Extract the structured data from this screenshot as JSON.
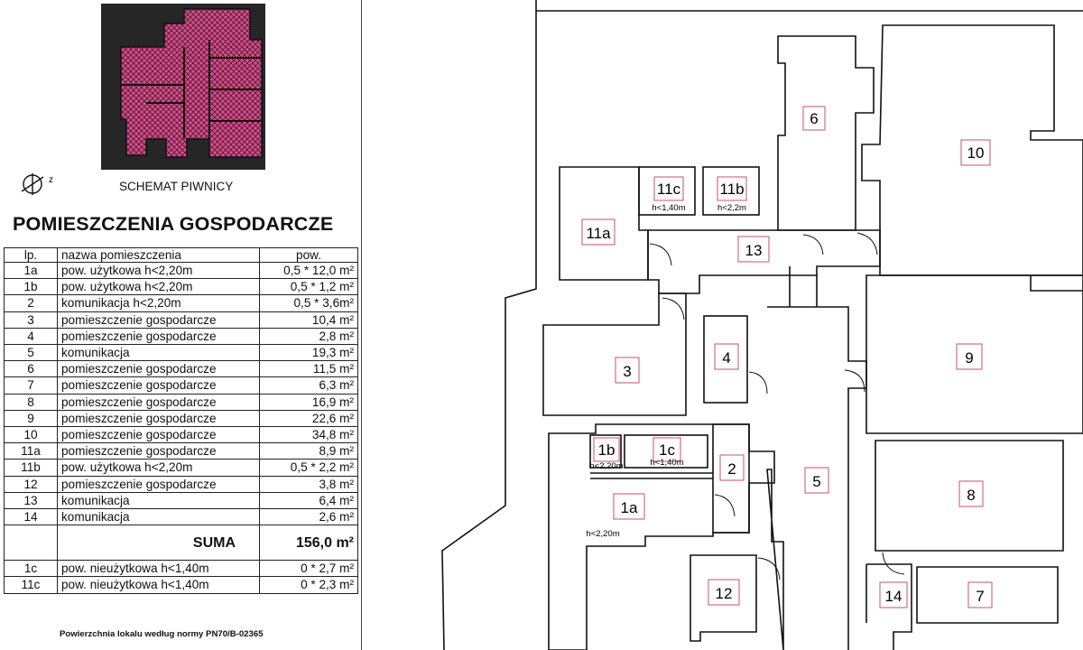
{
  "scheme": {
    "caption": "SCHEMAT PIWNICY",
    "fill_color": "#d24c8a",
    "background_color": "#262626",
    "compass_label": "z"
  },
  "panel": {
    "title": "POMIESZCZENIA GOSPODARCZE",
    "headers": {
      "no": "lp.",
      "name": "nazwa pomieszczenia",
      "area": "pow."
    },
    "rows": [
      {
        "no": "1a",
        "name": "pow. użytkowa h<2,20m",
        "area": "0,5 * 12,0 m²"
      },
      {
        "no": "1b",
        "name": "pow. użytkowa h<2,20m",
        "area": "0,5 * 1,2 m²"
      },
      {
        "no": "2",
        "name": "komunikacja h<2,20m",
        "area": "0,5 * 3,6m²"
      },
      {
        "no": "3",
        "name": "pomieszczenie gospodarcze",
        "area": "10,4 m²"
      },
      {
        "no": "4",
        "name": "pomieszczenie gospodarcze",
        "area": "2,8 m²"
      },
      {
        "no": "5",
        "name": "komunikacja",
        "area": "19,3 m²"
      },
      {
        "no": "6",
        "name": "pomieszczenie gospodarcze",
        "area": "11,5 m²"
      },
      {
        "no": "7",
        "name": "pomieszczenie gospodarcze",
        "area": "6,3 m²"
      },
      {
        "no": "8",
        "name": "pomieszczenie gospodarcze",
        "area": "16,9 m²"
      },
      {
        "no": "9",
        "name": "pomieszczenie gospodarcze",
        "area": "22,6 m²"
      },
      {
        "no": "10",
        "name": "pomieszczenie gospodarcze",
        "area": "34,8 m²"
      },
      {
        "no": "11a",
        "name": "pomieszczenie gospodarcze",
        "area": "8,9 m²"
      },
      {
        "no": "11b",
        "name": "pow. użytkowa h<2,20m",
        "area": "0,5 * 2,2 m²"
      },
      {
        "no": "12",
        "name": "pomieszczenie gospodarcze",
        "area": "3,8 m²"
      },
      {
        "no": "13",
        "name": "komunikacja",
        "area": "6,4 m²"
      },
      {
        "no": "14",
        "name": "komunikacja",
        "area": "2,6 m²"
      }
    ],
    "sum": {
      "label": "SUMA",
      "value": "156,0 m²"
    },
    "extra_rows": [
      {
        "no": "1c",
        "name": "pow. nieużytkowa h<1,40m",
        "area": "0 * 2,7 m²"
      },
      {
        "no": "11c",
        "name": "pow. nieużytkowa h<1,40m",
        "area": "0 * 2,3 m²"
      }
    ],
    "footnote": "Powierzchnia lokalu według normy PN70/B-02365"
  },
  "plan": {
    "label_border_color": "#c8506e",
    "rooms": {
      "r1a": "1a",
      "r1b": "1b",
      "r1c": "1c",
      "r2": "2",
      "r3": "3",
      "r4": "4",
      "r5": "5",
      "r6": "6",
      "r7": "7",
      "r8": "8",
      "r9": "9",
      "r10": "10",
      "r11a": "11a",
      "r11b": "11b",
      "r11c": "11c",
      "r12": "12",
      "r13": "13",
      "r14": "14"
    },
    "heights": {
      "h1b": "h<2,20m",
      "h1c": "h<1,40m",
      "h1a": "h<2,20m",
      "h11c": "h<1,40m",
      "h11b": "h<2,2m"
    }
  }
}
